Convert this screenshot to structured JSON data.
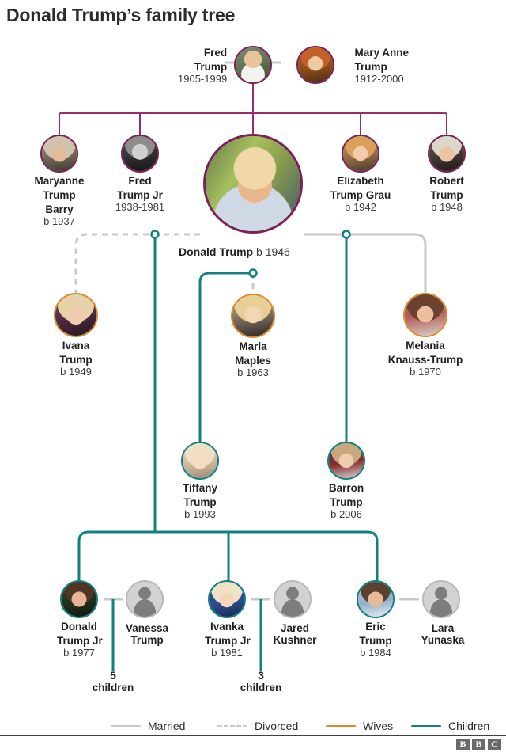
{
  "title": "Donald Trump’s family tree",
  "colors": {
    "parents_line": "#9c2a6e",
    "married_line": "#c9c9c9",
    "divorced_line": "#c9c9c9",
    "wives_line": "#d98b2b",
    "children_line": "#11827f",
    "parent_ring": "#7b2155",
    "wife_ring": "#e08a2e",
    "child_ring": "#11827f",
    "spouse_ring": "#b8b8b8",
    "title_text": "#2b2b2b"
  },
  "generations": {
    "grandparents": [
      {
        "name": "Fred\nTrump",
        "name_lines": [
          "Fred",
          "Trump"
        ],
        "years": "1905-1999",
        "side": "left"
      },
      {
        "name": "Mary Anne\nTrump",
        "name_lines": [
          "Mary Anne",
          "Trump"
        ],
        "years": "1912-2000",
        "side": "right"
      }
    ],
    "siblings": [
      {
        "name_lines": [
          "Maryanne",
          "Trump",
          "Barry"
        ],
        "years": "b 1937"
      },
      {
        "name_lines": [
          "Fred",
          "Trump Jr"
        ],
        "years": "1938-1981"
      },
      {
        "name_lines": [
          "Elizabeth",
          "Trump Grau"
        ],
        "years": "b 1942"
      },
      {
        "name_lines": [
          "Robert",
          "Trump"
        ],
        "years": "b 1948"
      }
    ],
    "focus": {
      "name": "Donald Trump",
      "years": "b 1946"
    },
    "wives": [
      {
        "name_lines": [
          "Ivana",
          "Trump"
        ],
        "years": "b 1949",
        "relation": "divorced"
      },
      {
        "name_lines": [
          "Marla",
          "Maples"
        ],
        "years": "b 1963",
        "relation": "divorced"
      },
      {
        "name_lines": [
          "Melania",
          "Knauss-Trump"
        ],
        "years": "b 1970",
        "relation": "married"
      }
    ],
    "middle_children": [
      {
        "name_lines": [
          "Tiffany",
          "Trump"
        ],
        "years": "b 1993"
      },
      {
        "name_lines": [
          "Barron",
          "Trump"
        ],
        "years": "b 2006"
      }
    ],
    "children": [
      {
        "name_lines": [
          "Donald",
          "Trump Jr"
        ],
        "years": "b 1977",
        "spouse_lines": [
          "Vanessa",
          "Trump"
        ],
        "kids_number": "5",
        "kids_label": "children"
      },
      {
        "name_lines": [
          "Ivanka",
          "Trump Jr"
        ],
        "years": "b 1981",
        "spouse_lines": [
          "Jared",
          "Kushner"
        ],
        "kids_number": "3",
        "kids_label": "children"
      },
      {
        "name_lines": [
          "Eric",
          "Trump"
        ],
        "years": "b 1984",
        "spouse_lines": [
          "Lara",
          "Yunaska"
        ],
        "kids_number": "",
        "kids_label": ""
      }
    ]
  },
  "legend": [
    {
      "label": "Married",
      "style": "solid",
      "color": "#c9c9c9"
    },
    {
      "label": "Divorced",
      "style": "dashed",
      "color": "#c9c9c9"
    },
    {
      "label": "Wives",
      "style": "solid",
      "color": "#d98b2b"
    },
    {
      "label": "Children",
      "style": "solid",
      "color": "#11827f"
    }
  ],
  "brand": {
    "letters": [
      "B",
      "B",
      "C"
    ]
  }
}
